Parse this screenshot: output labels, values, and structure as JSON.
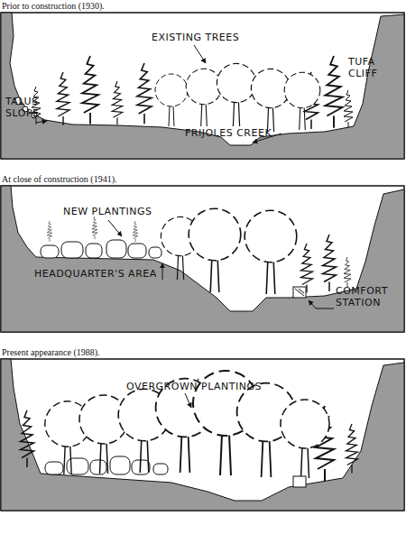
{
  "diagram": {
    "labels": [
      "Prior to construction (1930).",
      "EXISTING TREES",
      "TUFA CLIFF",
      "TALUS SLOPE",
      "FRIJOLES CREEK",
      "At close of construction (1941).",
      "NEW PLANTINGS",
      "HEADQUARTER'S AREA",
      "COMFORT STATION",
      "Present appearance (1988).",
      "OVERGROWN PLANTINGS"
    ]
  }
}
